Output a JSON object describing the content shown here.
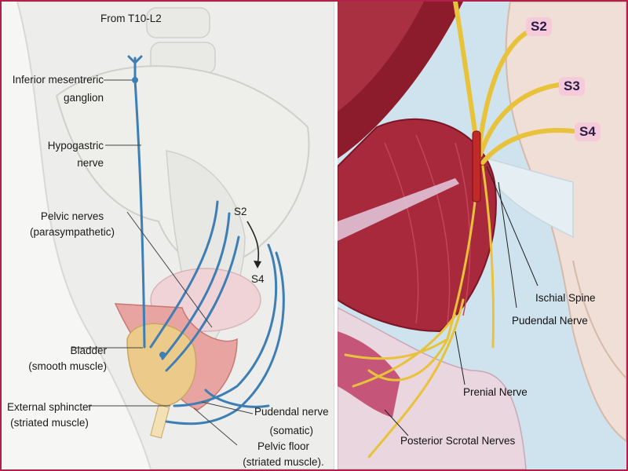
{
  "left_panel": {
    "labels": {
      "from_t10_l2": "From T10-L2",
      "inferior_mesenteric_1": "Inferior mesentreric",
      "inferior_mesenteric_2": "ganglion",
      "hypogastric_1": "Hypogastric",
      "hypogastric_2": "nerve",
      "pelvic_nerves_1": "Pelvic nerves",
      "pelvic_nerves_2": "(parasympathetic)",
      "s2": "S2",
      "s4": "S4",
      "bladder_1": "Bladder",
      "bladder_2": "(smooth muscle)",
      "ext_sphincter_1": "External sphincter",
      "ext_sphincter_2": "(striated muscle)",
      "pudendal_1": "Pudendal nerve",
      "pudendal_2": "(somatic)",
      "pelvic_floor_1": "Pelvic floor",
      "pelvic_floor_2": "(striated muscle)."
    }
  },
  "right_panel": {
    "sacral_labels": {
      "s2": "S2",
      "s3": "S3",
      "s4": "S4"
    },
    "labels": {
      "ischial_spine": "Ischial Spine",
      "pudendal_nerve": "Pudendal Nerve",
      "prenial_nerve": "Prenial Nerve",
      "posterior_scrotal": "Posterior Scrotal Nerves"
    }
  },
  "colors": {
    "nerve_blue": "#3d7fb5",
    "nerve_yellow": "#e8c23a",
    "muscle_red": "#a8283c",
    "bone": "#f0dfd6",
    "frame": "#b0204a"
  }
}
